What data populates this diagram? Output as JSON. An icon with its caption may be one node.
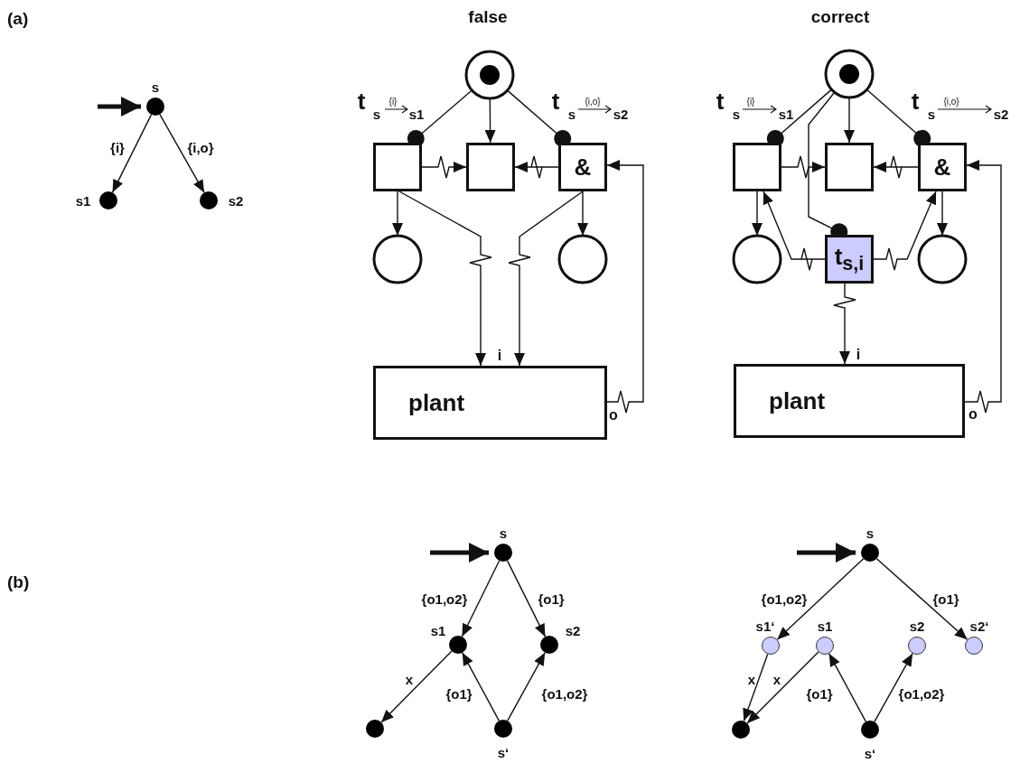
{
  "diagram": {
    "nodes": [
      {
        "text": [
          "s"
        ]
      },
      {
        "text": [
          "s1"
        ]
      },
      {
        "text": [
          "s2"
        ]
      },
      {
        "text": [],
        "shape": "circle"
      },
      {
        "text": [],
        "shape": "box",
        "beside": [
          "t",
          "s",
          "{i}",
          "s1"
        ]
      },
      {
        "text": [],
        "shape": "box"
      },
      {
        "text": [
          "&"
        ],
        "beside": [
          "t",
          "s",
          "{i,o}",
          "s2"
        ]
      },
      {
        "text": [],
        "shape": "circle"
      },
      {
        "text": [],
        "shape": "circle"
      },
      {
        "text": [
          "plant"
        ],
        "beside": [
          "i",
          "o"
        ]
      },
      {
        "text": [],
        "shape": "circle"
      },
      {
        "text": [],
        "shape": "box",
        "beside": [
          "t",
          "s",
          "{i}",
          "s1"
        ]
      },
      {
        "text": [],
        "shape": "box"
      },
      {
        "text": [
          "&"
        ],
        "beside": [
          "t",
          "s",
          "{i,o}",
          "s2"
        ]
      },
      {
        "text": [],
        "shape": "circle"
      },
      {
        "text": [],
        "shape": "circle"
      },
      {
        "text": [
          "t$_{s,i}$"
        ]
      },
      {
        "text": [
          "plant"
        ],
        "beside": [
          "i",
          "o"
        ]
      },
      {
        "text": [
          "s"
        ]
      },
      {
        "text": [
          "s1"
        ]
      },
      {
        "text": [
          "s2"
        ]
      },
      {
        "text": [],
        "shape": "circle"
      },
      {
        "text": [
          "s‘"
        ]
      },
      {
        "text": [
          "s"
        ]
      },
      {
        "text": [
          "s1‘"
        ]
      },
      {
        "text": [
          "s1"
        ]
      },
      {
        "text": [
          "s2"
        ]
      },
      {
        "text": [
          "s2‘"
        ]
      },
      {
        "text": [],
        "shape": "circle"
      },
      {
        "text": [
          "s‘"
        ]
      }
    ],
    "edges": [
      {
        "from": null,
        "to": 0,
        "arrow": "to",
        "style": "thick"
      },
      {
        "from": 0,
        "to": 1,
        "arrow": "to",
        "label": "{i}"
      },
      {
        "from": 0,
        "to": 2,
        "arrow": "to",
        "label": "{i,o}"
      },
      {
        "from": 3,
        "to": 4,
        "arrow": "other"
      },
      {
        "from": 3,
        "to": 5,
        "arrow": "to"
      },
      {
        "from": 3,
        "to": 6,
        "arrow": "other"
      },
      {
        "from": 4,
        "to": 5,
        "arrow": "to"
      },
      {
        "from": 6,
        "to": 5,
        "arrow": "to"
      },
      {
        "from": 4,
        "to": 7,
        "arrow": "to"
      },
      {
        "from": 6,
        "to": 8,
        "arrow": "to"
      },
      {
        "from": 4,
        "to": 9,
        "arrow": "to"
      },
      {
        "from": 6,
        "to": 9,
        "arrow": "to"
      },
      {
        "from": 9,
        "to": 6,
        "arrow": "to"
      },
      {
        "from": 10,
        "to": 11,
        "arrow": "other"
      },
      {
        "from": 10,
        "to": 12,
        "arrow": "to"
      },
      {
        "from": 10,
        "to": 13,
        "arrow": "other"
      },
      {
        "from": 10,
        "to": 16,
        "arrow": "other"
      },
      {
        "from": 11,
        "to": 12,
        "arrow": "to"
      },
      {
        "from": 13,
        "to": 12,
        "arrow": "to"
      },
      {
        "from": 11,
        "to": 14,
        "arrow": "to"
      },
      {
        "from": 13,
        "to": 15,
        "arrow": "to"
      },
      {
        "from": 16,
        "to": 11,
        "arrow": "to"
      },
      {
        "from": 16,
        "to": 13,
        "arrow": "to"
      },
      {
        "from": 16,
        "to": 17,
        "arrow": "to"
      },
      {
        "from": 17,
        "to": 13,
        "arrow": "to"
      },
      {
        "from": null,
        "to": 18,
        "arrow": "to",
        "style": "thick"
      },
      {
        "from": 18,
        "to": 19,
        "arrow": "to",
        "label": "{o1,o2}"
      },
      {
        "from": 18,
        "to": 20,
        "arrow": "to",
        "label": "{o1}"
      },
      {
        "from": 19,
        "to": 21,
        "arrow": "to",
        "label": "x"
      },
      {
        "from": 22,
        "to": 19,
        "arrow": "to",
        "label": "{o1}"
      },
      {
        "from": 22,
        "to": 20,
        "arrow": "to",
        "label": "{o1,o2}"
      },
      {
        "from": null,
        "to": 23,
        "arrow": "to",
        "style": "thick"
      },
      {
        "from": 23,
        "to": 24,
        "arrow": "to",
        "label": "{o1,o2}"
      },
      {
        "from": 23,
        "to": 27,
        "arrow": "to",
        "label": "{o1}"
      },
      {
        "from": 24,
        "to": 28,
        "arrow": "to",
        "label": "x"
      },
      {
        "from": 25,
        "to": 28,
        "arrow": "to",
        "label": "x"
      },
      {
        "from": 29,
        "to": 25,
        "arrow": "to",
        "label": "{o1}"
      },
      {
        "from": 29,
        "to": 26,
        "arrow": "to",
        "label": "{o1,o2}"
      }
    ],
    "labels": [
      "(a)",
      "false",
      "correct",
      "(b)"
    ]
  }
}
